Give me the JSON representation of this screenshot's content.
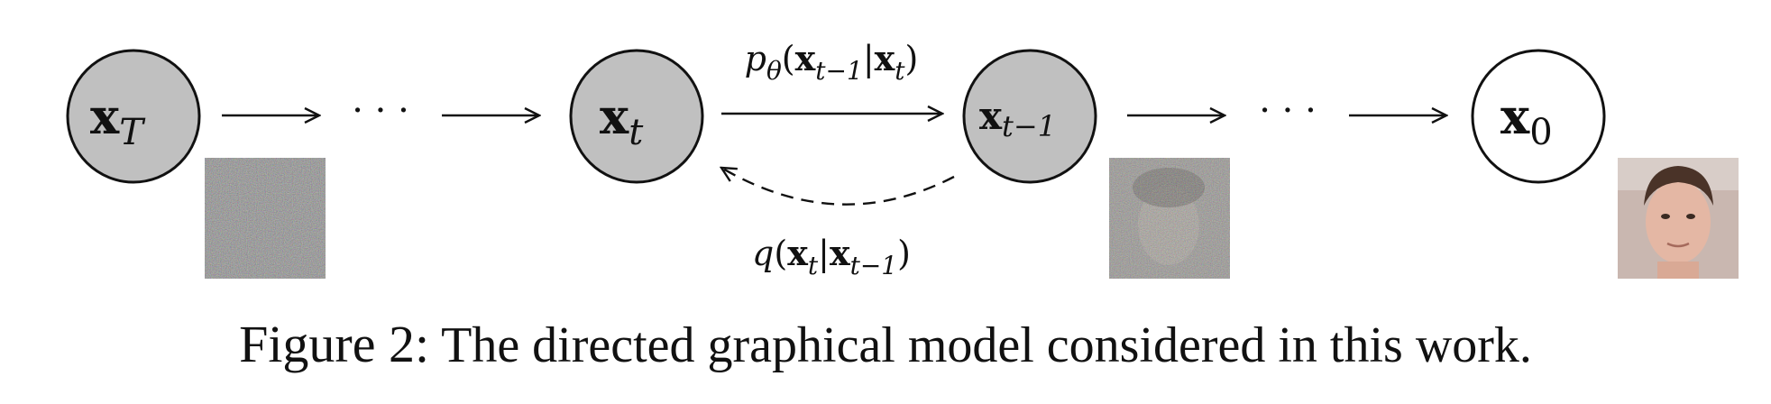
{
  "nodes": {
    "xT": {
      "base": "x",
      "sub": "T",
      "fill": "#c0c0c0"
    },
    "xt": {
      "base": "x",
      "sub": "t",
      "fill": "#c0c0c0"
    },
    "xtm1": {
      "base": "x",
      "sub": "t−1",
      "fill": "#c0c0c0"
    },
    "x0": {
      "base": "x",
      "sub": "0",
      "fill": "#ffffff"
    }
  },
  "ellipsis": "· · ·",
  "reverse_label": {
    "p": "p",
    "theta": "θ",
    "open": "(",
    "x1": "x",
    "s1": "t−1",
    "bar": "|",
    "x2": "x",
    "s2": "t",
    "close": ")"
  },
  "forward_label": {
    "q": "q",
    "open": "(",
    "x1": "x",
    "s1": "t",
    "bar": "|",
    "x2": "x",
    "s2": "t−1",
    "close": ")"
  },
  "images": {
    "noise": "pure-noise-image",
    "partial": "partially-denoised-face-image",
    "clean": "clean-face-image"
  },
  "caption": {
    "prefix": "Figure 2:",
    "text": "The directed graphical model considered in this work."
  },
  "colors": {
    "latent_fill": "#c0c0c0",
    "observed_fill": "#ffffff",
    "stroke": "#111111"
  }
}
